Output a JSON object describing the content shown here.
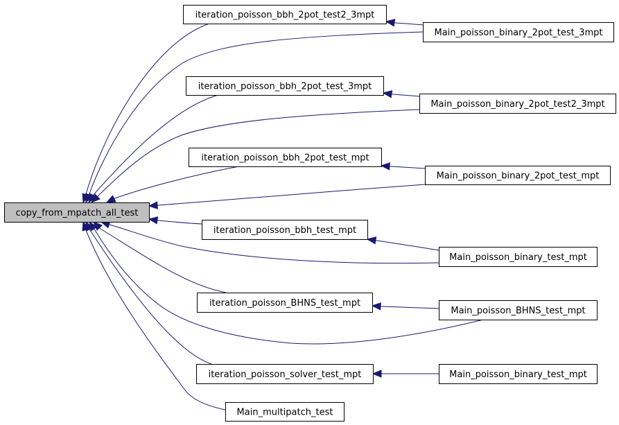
{
  "diagram": {
    "type": "caller-graph",
    "colors": {
      "edge": "#191970",
      "root_fill": "#bfbfbf",
      "node_fill": "#ffffff",
      "border": "#000000"
    },
    "nodes": {
      "root": {
        "label": "copy_from_mpatch_all_test"
      },
      "it_bbh_2pot_test2_3mpt": {
        "label": "iteration_poisson_bbh_2pot_test2_3mpt"
      },
      "it_bbh_2pot_test_3mpt": {
        "label": "iteration_poisson_bbh_2pot_test_3mpt"
      },
      "it_bbh_2pot_test_mpt": {
        "label": "iteration_poisson_bbh_2pot_test_mpt"
      },
      "it_bbh_test_mpt": {
        "label": "iteration_poisson_bbh_test_mpt"
      },
      "it_BHNS_test_mpt": {
        "label": "iteration_poisson_BHNS_test_mpt"
      },
      "it_solver_test_mpt": {
        "label": "iteration_poisson_solver_test_mpt"
      },
      "main_multipatch_test": {
        "label": "Main_multipatch_test"
      },
      "main_binary_2pot_test_3mpt": {
        "label": "Main_poisson_binary_2pot_test_3mpt"
      },
      "main_binary_2pot_test2_3mpt": {
        "label": "Main_poisson_binary_2pot_test2_3mpt"
      },
      "main_binary_2pot_test_mpt": {
        "label": "Main_poisson_binary_2pot_test_mpt"
      },
      "main_binary_test_mpt_a": {
        "label": "Main_poisson_binary_test_mpt"
      },
      "main_BHNS_test_mpt": {
        "label": "Main_poisson_BHNS_test_mpt"
      },
      "main_binary_test_mpt_b": {
        "label": "Main_poisson_binary_test_mpt"
      }
    },
    "edges": [
      {
        "from": "it_bbh_2pot_test2_3mpt",
        "to": "root"
      },
      {
        "from": "main_binary_2pot_test_3mpt",
        "to": "root"
      },
      {
        "from": "it_bbh_2pot_test_3mpt",
        "to": "root"
      },
      {
        "from": "main_binary_2pot_test2_3mpt",
        "to": "root"
      },
      {
        "from": "it_bbh_2pot_test_mpt",
        "to": "root"
      },
      {
        "from": "main_binary_2pot_test_mpt",
        "to": "root"
      },
      {
        "from": "it_bbh_test_mpt",
        "to": "root"
      },
      {
        "from": "main_binary_test_mpt_a",
        "to": "root"
      },
      {
        "from": "it_BHNS_test_mpt",
        "to": "root"
      },
      {
        "from": "main_BHNS_test_mpt",
        "to": "root"
      },
      {
        "from": "it_solver_test_mpt",
        "to": "root"
      },
      {
        "from": "main_multipatch_test",
        "to": "root"
      },
      {
        "from": "main_binary_2pot_test_3mpt",
        "to": "it_bbh_2pot_test2_3mpt"
      },
      {
        "from": "main_binary_2pot_test2_3mpt",
        "to": "it_bbh_2pot_test_3mpt"
      },
      {
        "from": "main_binary_2pot_test_mpt",
        "to": "it_bbh_2pot_test_mpt"
      },
      {
        "from": "main_binary_test_mpt_a",
        "to": "it_bbh_test_mpt"
      },
      {
        "from": "main_BHNS_test_mpt",
        "to": "it_BHNS_test_mpt"
      },
      {
        "from": "main_binary_test_mpt_b",
        "to": "it_solver_test_mpt"
      }
    ]
  }
}
